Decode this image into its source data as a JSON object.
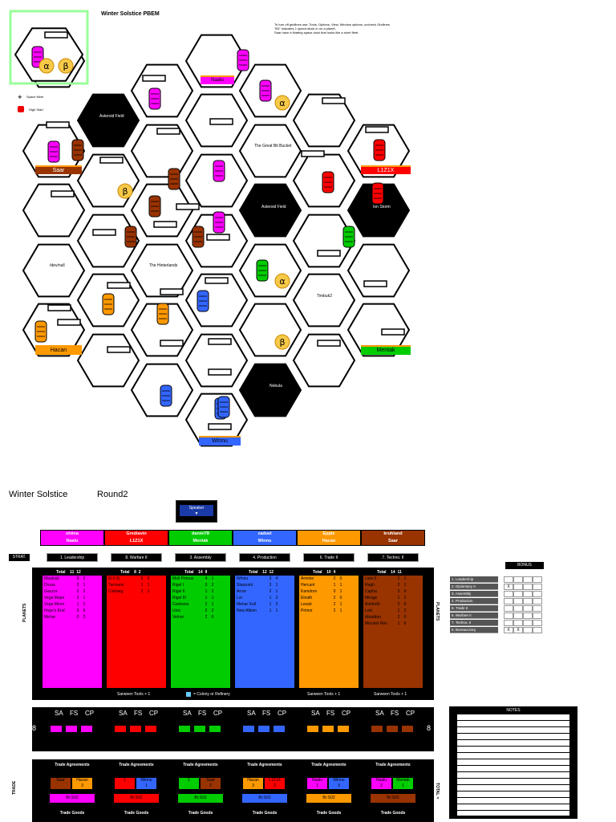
{
  "map": {
    "title": "Winter Solstice PBEM",
    "notes": [
      "To turn off gridlines use:  Tools, Options, View, Window options, uncheck Gridlines",
      "\"B3\" indicates 1 speed stuck in on a planet.",
      "Saar have a floating space dock that looks like a short fleet."
    ],
    "legend": {
      "space_mine": "Space Mine",
      "high_start": "High Start"
    },
    "systems": {
      "asteroid1": "Asteroid Field",
      "asteroid2": "Asteroid Field",
      "ion": "Ion Storm",
      "nebula": "Nebula",
      "bucket": "The Great Bit Bucket",
      "hinter": "The Hinterlands",
      "devnull": "/dev/null",
      "timbuk": "Timbuk2"
    },
    "homes": {
      "naalu": "Naalu",
      "saar": "Saar",
      "l1z1x": "L1Z1X",
      "hacan": "Hacan",
      "mentak": "Mentak",
      "winnu": "Winnu"
    },
    "wormholes": {
      "alpha": "α",
      "beta": "β"
    }
  },
  "sheet": {
    "title": "Winter Solstice",
    "round": "Round2",
    "speaker": "Speaker",
    "strat_label": "STRAT.",
    "planets_label": "PLANETS",
    "players": [
      {
        "name": "shiina",
        "race": "Naalu",
        "color": "#ff00ff",
        "total_label": "Total",
        "t1": "11",
        "t2": "12",
        "strat": "1. Leadership",
        "planets": [
          [
            "Maaluuk",
            "0",
            "2"
          ],
          [
            "Druaa",
            "3",
            "1"
          ],
          [
            "Gauzor",
            "2",
            "2"
          ],
          [
            "Vega Major",
            "2",
            "1"
          ],
          [
            "Vega Minor",
            "1",
            "2"
          ],
          [
            "Hope's End",
            "3",
            "0"
          ],
          [
            "Mehar",
            "0",
            "3"
          ]
        ]
      },
      {
        "name": "Grediavin",
        "race": "L1Z1X",
        "color": "#ff0000",
        "total_label": "Total",
        "t1": "8",
        "t2": "2",
        "strat": "8. Warfare II",
        "planets": [
          [
            "[0.0.0]",
            "5",
            "0"
          ],
          [
            "",
            "",
            ""
          ],
          [
            "Tarmann",
            "1",
            "1"
          ],
          [
            "Coklaag",
            "2",
            "1"
          ]
        ]
      },
      {
        "name": "daniel78",
        "race": "Mentak",
        "color": "#00cc00",
        "total_label": "Total",
        "t1": "14",
        "t2": "9",
        "strat": "3. Assembly",
        "planets": [
          [
            "Moll Primus",
            "4",
            "1"
          ],
          [
            "Rigel I",
            "0",
            "2"
          ],
          [
            "Rigel II",
            "1",
            "2"
          ],
          [
            "Rigel III",
            "1",
            "1"
          ],
          [
            "Garbozia",
            "2",
            "1"
          ],
          [
            "Unis",
            "2",
            "2"
          ],
          [
            "Velnor",
            "2",
            "0"
          ]
        ]
      },
      {
        "name": "zaduel",
        "race": "Winnu",
        "color": "#3366ff",
        "total_label": "Total",
        "t1": "12",
        "t2": "12",
        "strat": "4. Production",
        "planets": [
          [
            "Winnu",
            "3",
            "4"
          ],
          [
            "Starpoint",
            "3",
            "1"
          ],
          [
            "Arnor",
            "2",
            "1"
          ],
          [
            "Lor",
            "1",
            "2"
          ],
          [
            "Mehar Xull",
            "1",
            "3"
          ],
          [
            "New Albion",
            "1",
            "1"
          ]
        ]
      },
      {
        "name": "Eppie",
        "race": "Hacan",
        "color": "#ff9900",
        "total_label": "Total",
        "t1": "10",
        "t2": "4",
        "strat": "6. Trade II",
        "planets": [
          [
            "Arretze",
            "2",
            "0"
          ],
          [
            "Hercant",
            "1",
            "1"
          ],
          [
            "Kamdorn",
            "0",
            "1"
          ],
          [
            "Elnath",
            "2",
            "0"
          ],
          [
            "Lesab",
            "2",
            "1"
          ],
          [
            "Primor",
            "2",
            "1"
          ]
        ]
      },
      {
        "name": "kruhland",
        "race": "Saar",
        "color": "#993300",
        "total_label": "Total",
        "t1": "14",
        "t2": "11",
        "strat": "7. Techno. II",
        "planets": [
          [
            "Lisis II",
            "1",
            "1"
          ],
          [
            "Ragh",
            "2",
            "1"
          ],
          [
            "Capha",
            "3",
            "0"
          ],
          [
            "Mirage",
            "1",
            "2"
          ],
          [
            "Ashtroth",
            "2",
            "0"
          ],
          [
            "Loki",
            "1",
            "2"
          ],
          [
            "Abaddon",
            "2",
            "0"
          ],
          [
            "Mecatol Rex",
            "1",
            "6"
          ]
        ]
      }
    ],
    "footer": {
      "sarween1": "Sarween Tools + 1",
      "colony": "= Colony or Refinery",
      "sarween2": "Sarween Tools + 1",
      "sarween3": "Sarween Tools + 1"
    },
    "sfc_headers": [
      "SA",
      "FS",
      "CP"
    ],
    "sfc_side": "8",
    "trade": {
      "title": "Trade Agreements",
      "goods": "Trade Goods",
      "side_label": "TRADE",
      "right_label": "TOTAL = ",
      "br": "Br:S02",
      "agreements": [
        [
          {
            "name": "Saar",
            "val": "",
            "color": "#993300"
          },
          {
            "name": "Hacan",
            "val": "3",
            "color": "#ff9900"
          }
        ],
        [
          {
            "name": "",
            "val": "1",
            "color": "#ff0000"
          },
          {
            "name": "Winnu",
            "val": "1",
            "color": "#3366ff"
          }
        ],
        [
          {
            "name": "",
            "val": "1",
            "color": "#00cc00"
          },
          {
            "name": "Saar",
            "val": "2",
            "color": "#993300"
          }
        ],
        [
          {
            "name": "Hacan",
            "val": "3",
            "color": "#ff9900"
          },
          {
            "name": "L1Z1X",
            "val": "2",
            "color": "#ff0000"
          }
        ],
        [
          {
            "name": "Naalu",
            "val": "1",
            "color": "#ff00ff"
          },
          {
            "name": "Winnu",
            "val": "3",
            "color": "#3366ff"
          }
        ],
        [
          {
            "name": "Naalu",
            "val": "2",
            "color": "#ff00ff"
          },
          {
            "name": "Mentak",
            "val": "1",
            "color": "#00cc00"
          }
        ]
      ]
    },
    "bonus": {
      "title": "BONUS",
      "rows": [
        "1. Leadership",
        "2. Diplomacy II",
        "3. Assembly",
        "4. Production",
        "5. Trade II",
        "6. Warfare II",
        "7. Techno. II",
        "8. Bureaucracy"
      ],
      "marks": [
        [
          "",
          ""
        ],
        [
          "X",
          ""
        ],
        [
          "",
          ""
        ],
        [
          "",
          ""
        ],
        [
          "",
          ""
        ],
        [
          "",
          ""
        ],
        [
          "",
          ""
        ],
        [
          "X",
          "X"
        ]
      ]
    },
    "notes_title": "NOTES"
  }
}
